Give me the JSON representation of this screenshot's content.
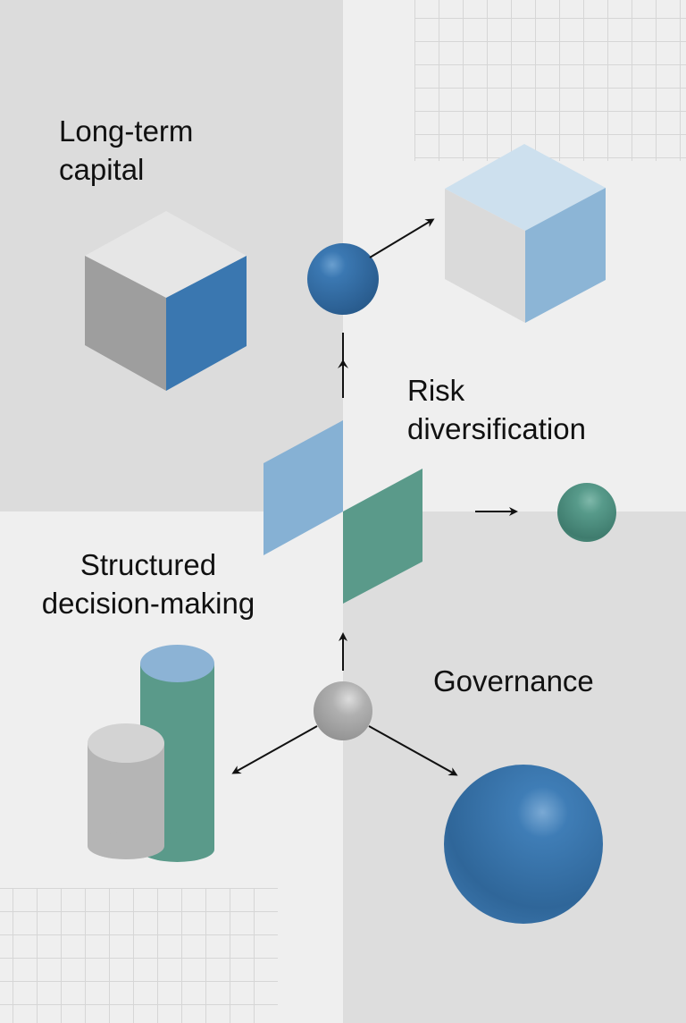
{
  "labels": {
    "long_term_capital": [
      "Long-term",
      "capital"
    ],
    "risk_diversification": [
      "Risk",
      "diversification"
    ],
    "structured_decision_making": [
      "Structured",
      "decision-making"
    ],
    "governance": "Governance"
  },
  "colors": {
    "blue_dark": "#3a77b0",
    "blue_light": "#8cb5d6",
    "blue_pale": "#cde0ee",
    "teal": "#5a9a8a",
    "gray_dark": "#9e9e9e",
    "gray_light": "#dadada",
    "gray_top": "#e6e6e6",
    "arrow": "#111111"
  }
}
